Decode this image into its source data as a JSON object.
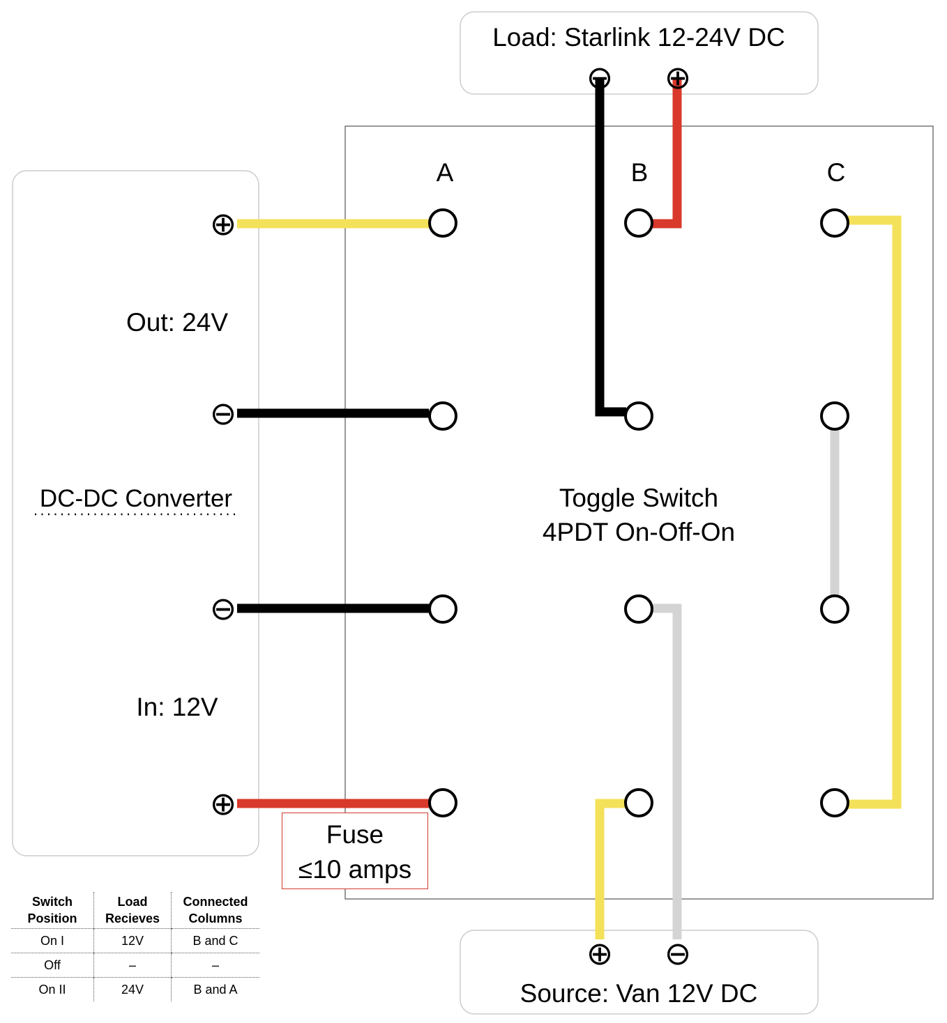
{
  "load": {
    "label": "Load: Starlink 12-24V DC"
  },
  "source": {
    "label": "Source: Van 12V DC"
  },
  "switch": {
    "title_line1": "Toggle Switch",
    "title_line2": "4PDT On-Off-On",
    "columns": [
      "A",
      "B",
      "C"
    ]
  },
  "converter": {
    "title": "DC-DC Converter",
    "out_label": "Out: 24V",
    "in_label": "In: 12V"
  },
  "fuse": {
    "line1": "Fuse",
    "line2": "≤10 amps"
  },
  "polarity": {
    "positive": "⊕",
    "negative": "⊖"
  },
  "table": {
    "headers": [
      [
        "Switch",
        "Position"
      ],
      [
        "Load",
        "Recieves"
      ],
      [
        "Connected",
        "Columns"
      ]
    ],
    "rows": [
      [
        "On I",
        "12V",
        "B and C"
      ],
      [
        "Off",
        "–",
        "–"
      ],
      [
        "On II",
        "24V",
        "B and A"
      ]
    ]
  },
  "colors": {
    "positive_wire": "#d9392b",
    "negative_wire": "#000000",
    "yellow_wire": "#f4e15a",
    "jumper_wire": "#d4d4d4",
    "fuse_border": "#d0392b"
  }
}
